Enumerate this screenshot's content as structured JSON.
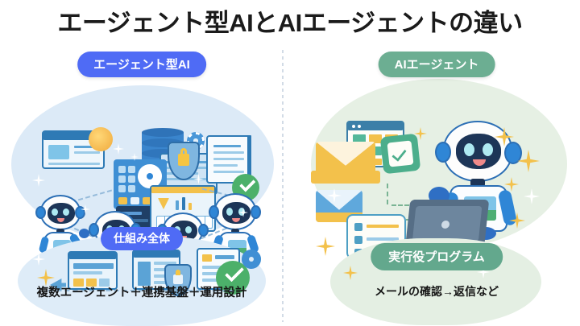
{
  "title": "エージェント型AIとAIエージェントの違い",
  "colors": {
    "blue_accent": "#4f6bf5",
    "green_accent": "#6cae92",
    "blue_blob": "#dceaf7",
    "green_blob": "#e6f0e4",
    "check_green": "#4cb06a",
    "title_color": "#1b1b1b",
    "divider": "#c3cfdd"
  },
  "left": {
    "badge": "エージェント型AI",
    "pill": "仕組み全体",
    "caption": "複数エージェント＋連携基盤＋運用設計",
    "illustration": {
      "name": "multi-agent-system-illustration",
      "elements": [
        "robot",
        "robot",
        "robot",
        "robot",
        "database-icon",
        "gear-panel-icon",
        "shield-lock-icon",
        "dashboard-icon",
        "document-icon",
        "profile-card-icon",
        "check-circle-icon",
        "server-rack-icon"
      ]
    },
    "bottom_illustration": {
      "name": "system-components-illustration",
      "elements": [
        "screen-icon",
        "screen-icon",
        "document-icon",
        "shield-lock-icon",
        "check-circle-icon",
        "gear-icon",
        "sparkle-icon"
      ]
    }
  },
  "right": {
    "badge": "AIエージェント",
    "pill": "実行役プログラム",
    "caption": "メールの確認→返信など",
    "illustration": {
      "name": "single-agent-illustration",
      "elements": [
        "envelope-icon",
        "envelope-icon",
        "calendar-grid-icon",
        "check-square-icon",
        "task-list-icon",
        "robot-with-laptop",
        "sparkle-icon",
        "arrow-icon"
      ]
    }
  }
}
